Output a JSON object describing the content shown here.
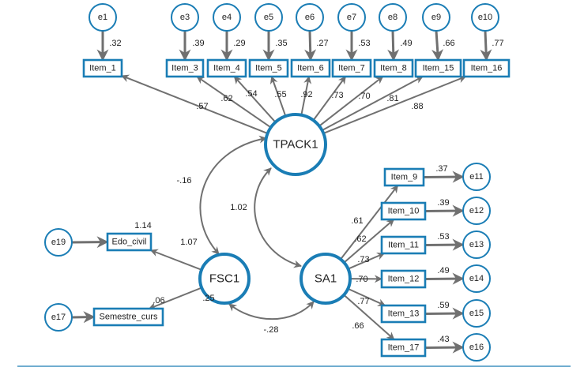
{
  "diagram": {
    "title": "Structural equation model path diagram",
    "colors": {
      "node_stroke": "#1a7db5",
      "arrow": "#707070",
      "text": "#222222",
      "footer_rule": "#1a7db5"
    },
    "latent_factors": [
      {
        "id": "TPACK1",
        "label": "TPACK1"
      },
      {
        "id": "FSC1",
        "label": "FSC1"
      },
      {
        "id": "SA1",
        "label": "SA1"
      }
    ],
    "observed_variables": [
      {
        "id": "Item_1",
        "label": "Item_1",
        "factor": "TPACK1",
        "loading": ".57",
        "error": "e1",
        "r2": ".32"
      },
      {
        "id": "Item_3",
        "label": "Item_3",
        "factor": "TPACK1",
        "loading": ".62",
        "error": "e3",
        "r2": ".39"
      },
      {
        "id": "Item_4",
        "label": "Item_4",
        "factor": "TPACK1",
        "loading": ".54",
        "error": "e4",
        "r2": ".29"
      },
      {
        "id": "Item_5",
        "label": "Item_5",
        "factor": "TPACK1",
        "loading": ".55",
        "error": "e5",
        "r2": ".35"
      },
      {
        "id": "Item_6",
        "label": "Item_6",
        "factor": "TPACK1",
        "loading": ".92",
        "error": "e6",
        "r2": ".27"
      },
      {
        "id": "Item_7",
        "label": "Item_7",
        "factor": "TPACK1",
        "loading": ".73",
        "error": "e7",
        "r2": ".53"
      },
      {
        "id": "Item_8",
        "label": "Item_8",
        "factor": "TPACK1",
        "loading": ".70",
        "error": "e8",
        "r2": ".49"
      },
      {
        "id": "Item_15",
        "label": "Item_15",
        "factor": "TPACK1",
        "loading": ".81",
        "error": "e9",
        "r2": ".66"
      },
      {
        "id": "Item_16",
        "label": "Item_16",
        "factor": "TPACK1",
        "loading": ".88",
        "error": "e10",
        "r2": ".77"
      },
      {
        "id": "Item_9",
        "label": "Item_9",
        "factor": "SA1",
        "loading": ".61",
        "error": "e11",
        "r2": ".37"
      },
      {
        "id": "Item_10",
        "label": "Item_10",
        "factor": "SA1",
        "loading": ".62",
        "error": "e12",
        "r2": ".39"
      },
      {
        "id": "Item_11",
        "label": "Item_11",
        "factor": "SA1",
        "loading": ".73",
        "error": "e13",
        "r2": ".53"
      },
      {
        "id": "Item_12",
        "label": "Item_12",
        "factor": "SA1",
        "loading": ".70",
        "error": "e14",
        "r2": ".49"
      },
      {
        "id": "Item_13",
        "label": "Item_13",
        "factor": "SA1",
        "loading": ".77",
        "error": "e15",
        "r2": ".59"
      },
      {
        "id": "Item_17",
        "label": "Item_17",
        "factor": "SA1",
        "loading": ".66",
        "error": "e16",
        "r2": ".43"
      },
      {
        "id": "Edo_civil",
        "label": "Edo_civil",
        "factor": "FSC1",
        "loading": "1.07",
        "error": "e19",
        "r2": "1.14"
      },
      {
        "id": "Semestre_curs",
        "label": "Semestre_curs",
        "factor": "FSC1",
        "loading": ".25",
        "error": "e17",
        "r2": ".06"
      }
    ],
    "covariances": [
      {
        "from": "TPACK1",
        "to": "FSC1",
        "value": "-.16"
      },
      {
        "from": "TPACK1",
        "to": "SA1",
        "value": "1.02"
      },
      {
        "from": "FSC1",
        "to": "SA1",
        "value": "-.28"
      }
    ]
  }
}
